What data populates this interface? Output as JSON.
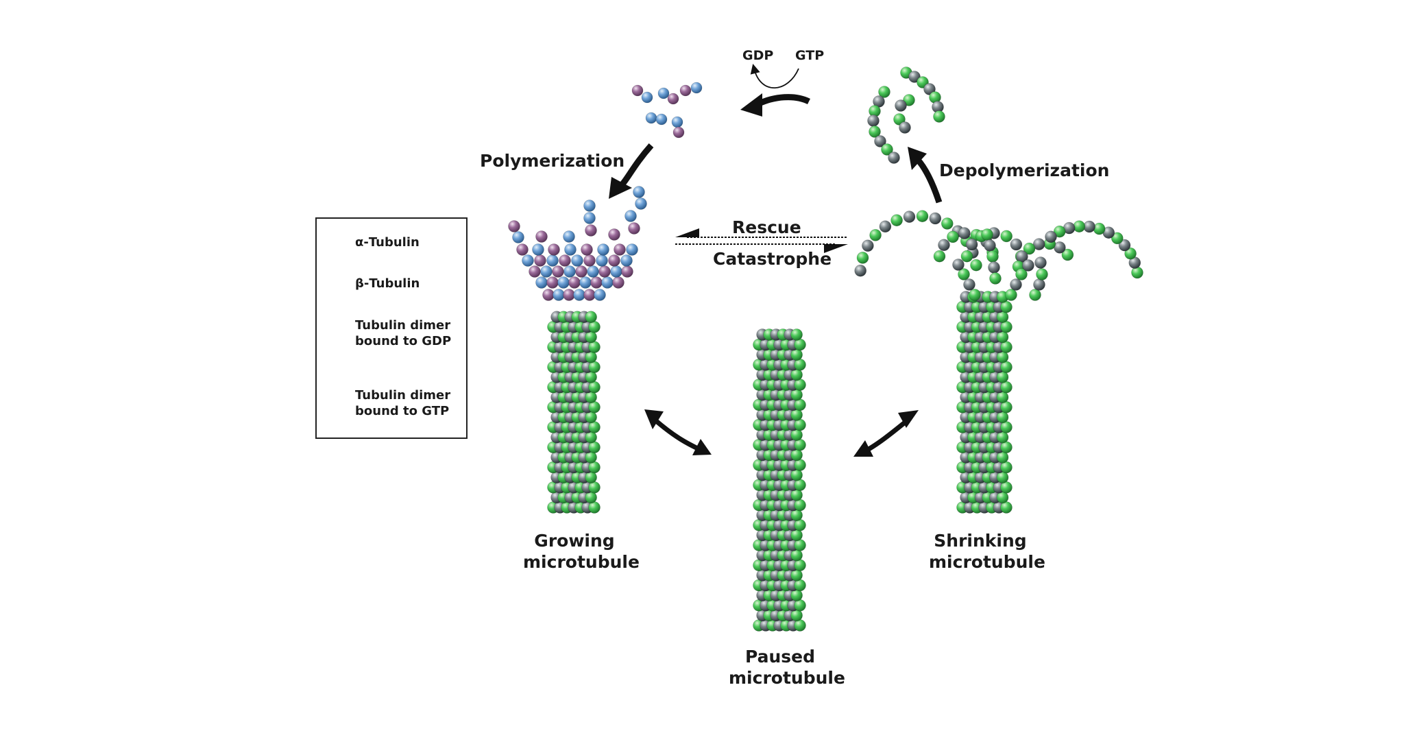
{
  "labels": {
    "polymerization": "Polymerization",
    "depolymerization": "Depolymerization",
    "rescue": "Rescue",
    "catastrophe": "Catastrophe",
    "gdp": "GDP",
    "gtp": "GTP",
    "growing_line1": "Growing",
    "growing_line2": "microtubule",
    "paused_line1": "Paused",
    "paused_line2": "microtubule",
    "shrinking_line1": "Shrinking",
    "shrinking_line2": "microtubule"
  },
  "legend": {
    "alpha": "α-Tubulin",
    "beta": "β-Tubulin",
    "gdp_dimer_line1": "Tubulin dimer",
    "gdp_dimer_line2": "bound to GDP",
    "gtp_dimer_line1": "Tubulin dimer",
    "gtp_dimer_line2": "bound to GTP"
  },
  "colors": {
    "alpha_tubulin": "#4cc95a",
    "beta_tubulin": "#6b7478",
    "gtp_blue": "#6fa3d8",
    "gtp_purple": "#9b6b9a",
    "arrow": "#111111"
  }
}
